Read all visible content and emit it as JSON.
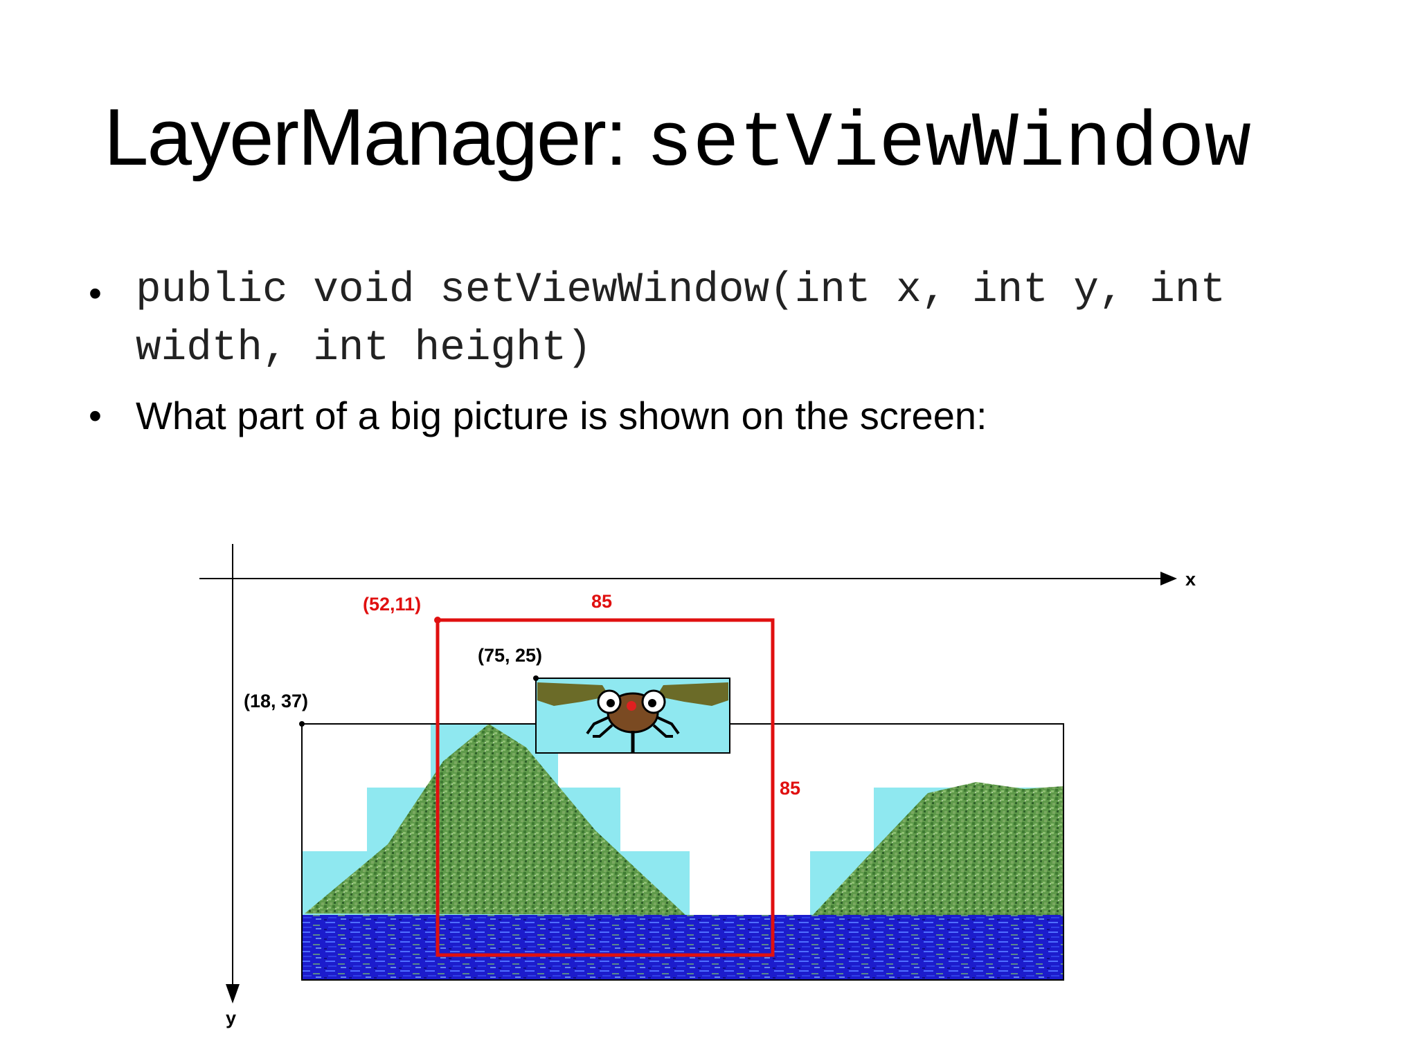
{
  "title": {
    "class_name": "LayerManager:",
    "method_name": "setViewWindow"
  },
  "bullets": [
    {
      "type": "code",
      "line1": "public void setViewWindow(int x, int y, int",
      "line2": "width, int height)"
    },
    {
      "type": "text",
      "text": "What part of a big picture is shown on the screen:"
    }
  ],
  "diagram": {
    "x_axis_label": "x",
    "y_axis_label": "y",
    "view_window": {
      "origin_label": "(52,11)",
      "width_label": "85",
      "height_label": "85",
      "color": "#e01010"
    },
    "sprite": {
      "origin_label": "(75, 25)"
    },
    "tiled_layer": {
      "origin_label": "(18, 37)"
    },
    "colors": {
      "sky": "#8fe8f0",
      "hill": "#5f9a4a",
      "water": "#1c1ccc",
      "axis": "#000000"
    }
  }
}
